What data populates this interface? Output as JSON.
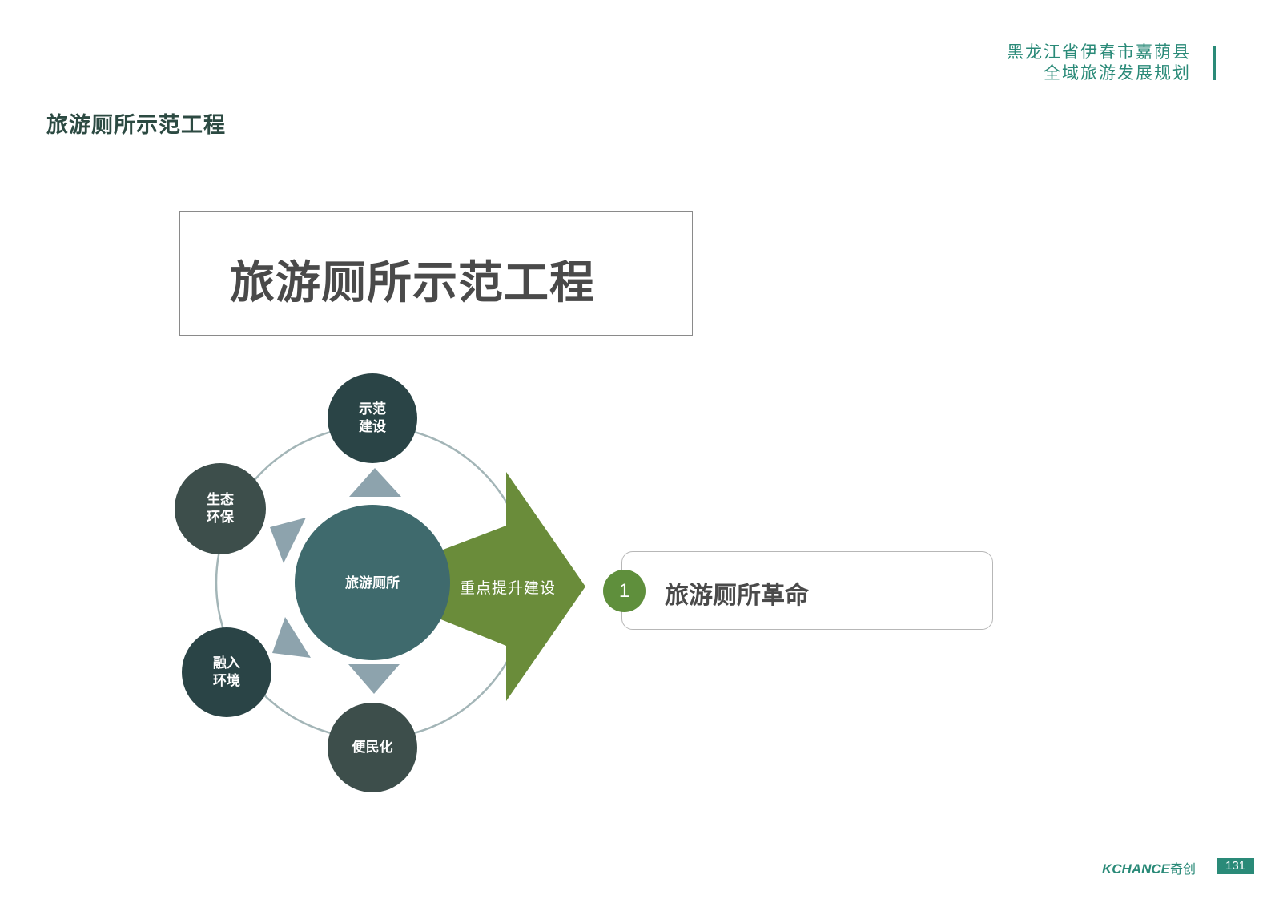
{
  "header": {
    "line1": "黑龙江省伊春市嘉荫县",
    "line2": "全域旅游发展规划"
  },
  "page_heading": "旅游厕所示范工程",
  "title_box": {
    "text": "旅游厕所示范工程"
  },
  "diagram": {
    "center": "旅游厕所",
    "nodes": [
      {
        "id": "top",
        "label": "示范\n建设"
      },
      {
        "id": "upper-left",
        "label": "生态\n环保"
      },
      {
        "id": "lower-left",
        "label": "融入\n环境"
      },
      {
        "id": "bottom",
        "label": "便民化"
      }
    ],
    "arrow_label": "重点提升建设",
    "colors": {
      "center": "#3f6a6d",
      "node_dark": "#2a4446",
      "node_mid": "#3d4e4b",
      "triangle": "#8da3ad",
      "ring": "#a3b5b7",
      "arrow": "#6a8c3a"
    }
  },
  "result": {
    "number": "1",
    "text": "旅游厕所革命"
  },
  "footer": {
    "brand": "KCHANCE",
    "brand_cn": "奇创",
    "page": "131"
  }
}
